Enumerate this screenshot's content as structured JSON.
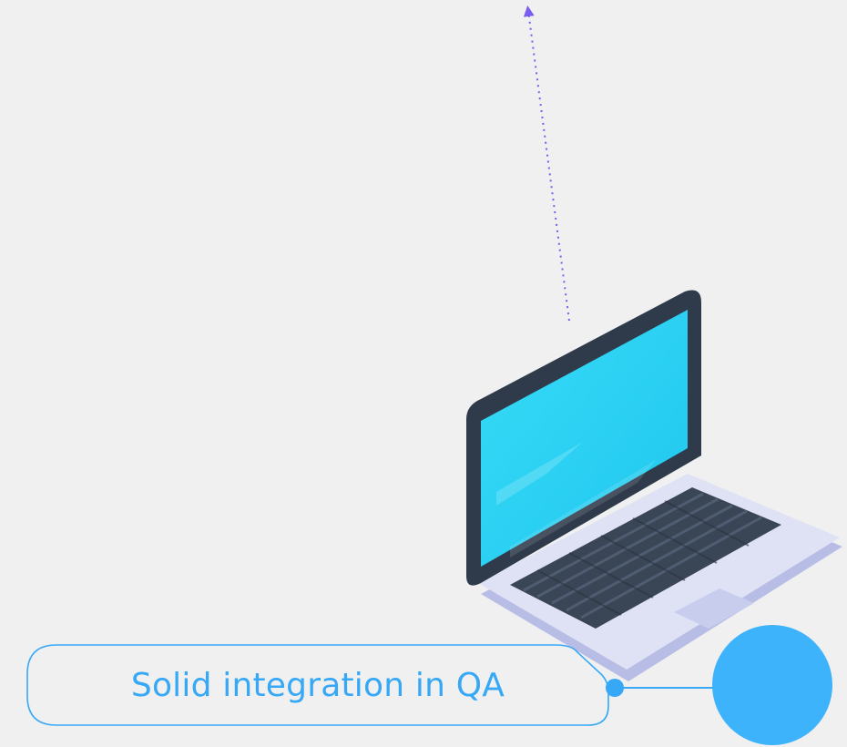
{
  "label": {
    "text": "Solid integration in QA"
  },
  "colors": {
    "background": "#f0f0f0",
    "accent_blue": "#36a8f5",
    "arrow_purple": "#7a5cf0",
    "screen_cyan": "#2fd4f5",
    "laptop_body": "#d6d9f0",
    "bezel": "#2f3b4a",
    "keys": "#3a4556"
  },
  "icons": {
    "laptop": "laptop-icon",
    "node": "circle-node",
    "arrow": "dotted-arrow"
  }
}
